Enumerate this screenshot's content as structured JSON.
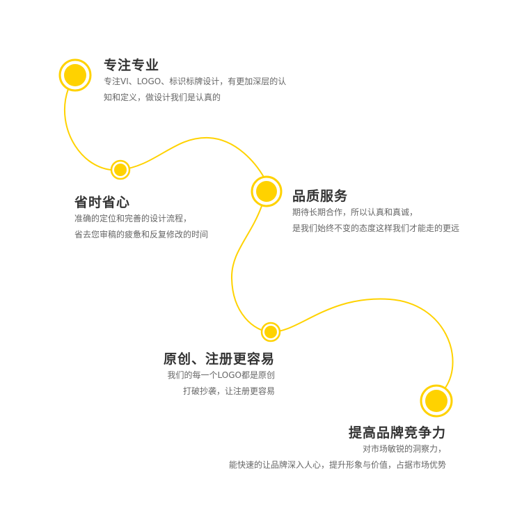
{
  "colors": {
    "accent": "#ffd200",
    "title": "#333333",
    "text": "#666666"
  },
  "items": [
    {
      "title": "专注专业",
      "lines": [
        "专注VI、LOGO、标识标牌设计，有更加深层的认",
        "知和定义，做设计我们是认真的"
      ]
    },
    {
      "title": "省时省心",
      "lines": [
        "准确的定位和完善的设计流程，",
        "省去您审稿的疲惫和反复修改的时间"
      ]
    },
    {
      "title": "品质服务",
      "lines": [
        "期待长期合作，所以认真和真诚，",
        "是我们始终不变的态度这样我们才能走的更远"
      ]
    },
    {
      "title": "原创、注册更容易",
      "lines": [
        "我们的每一个LOGO都是原创",
        "打破抄袭，让注册更容易"
      ]
    },
    {
      "title": "提高品牌竞争力",
      "lines": [
        "对市场敏锐的洞察力，",
        "能快速的让品牌深入人心，提升形象与价值，占据市场优势"
      ]
    }
  ]
}
